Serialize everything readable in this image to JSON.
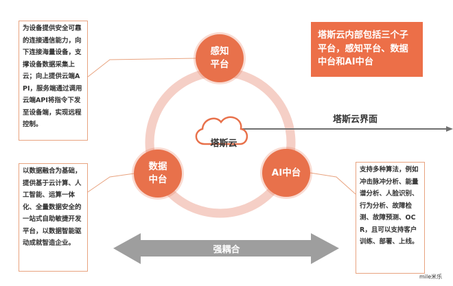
{
  "notes": {
    "top_left": "为设备提供安全可靠的连接通信能力，向下连接海量设备，支撑设备数据采集上云；向上提供云端API，服务端通过调用云端API将指令下发至设备端，实现远程控制。",
    "bottom_left": "以数据融合为基础，提供基于云计算、人工智能、运算一体化、全量数据安全的一站式自助敏捷开发平台，以数据智能驱动成就智造企业。",
    "right": "支持多种算法，例如冲击脉冲分析、能量谱分析、人脸识别、行为分析、故障检测、故障预测、OCR，且可以支持客户训练、部署、上线。"
  },
  "headline": "塔斯云内部包括三个子平台，感知平台、数据中台和AI中台",
  "nodes": {
    "perception": "感知\n平台",
    "data": "数据\n中台",
    "ai": "AI中台"
  },
  "center": {
    "label": "塔斯云"
  },
  "interface_label": "塔斯云界面",
  "coupling_label": "强耦合",
  "watermark": "mile米乐",
  "colors": {
    "accent": "#e8714b",
    "headline_bg": "#ec6f48",
    "ring": "#f5cfc6",
    "note_border": "#e8a27e",
    "arrow_gray": "#9e9e9e",
    "interface_line": "#6f6f6f"
  }
}
